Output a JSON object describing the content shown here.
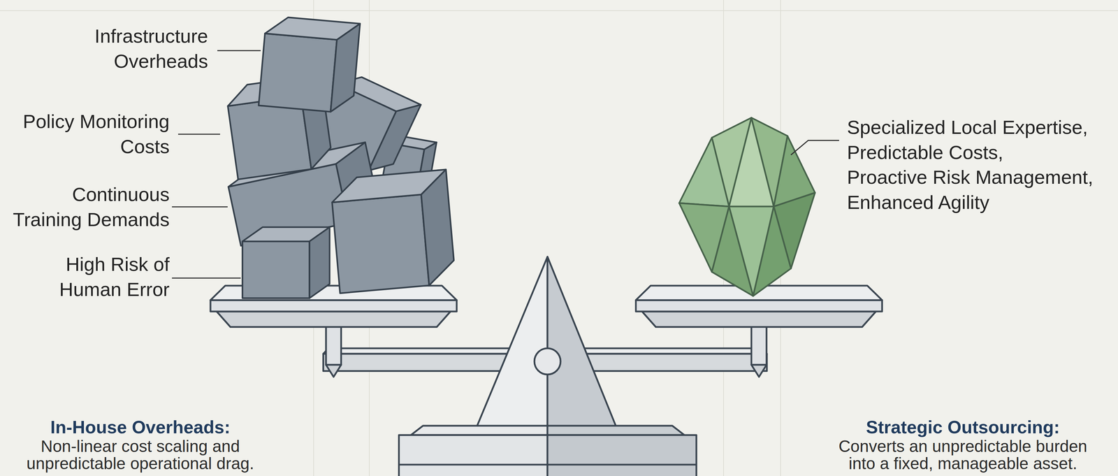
{
  "diagram": {
    "labels": [
      "Infrastructure Overheads",
      "Policy Monitoring Costs",
      "Continuous Training Demands",
      "High Risk of Human Error",
      "Specialized Local Expertise,",
      "Predictable Costs,",
      "Proactive Risk Management,",
      "Enhanced Agility",
      "In-House Overheads:",
      "Non-linear cost scaling and unpredictable operational drag.",
      "Strategic Outsourcing:",
      "Converts an unpredictable burden into a fixed, manageable asset."
    ]
  }
}
